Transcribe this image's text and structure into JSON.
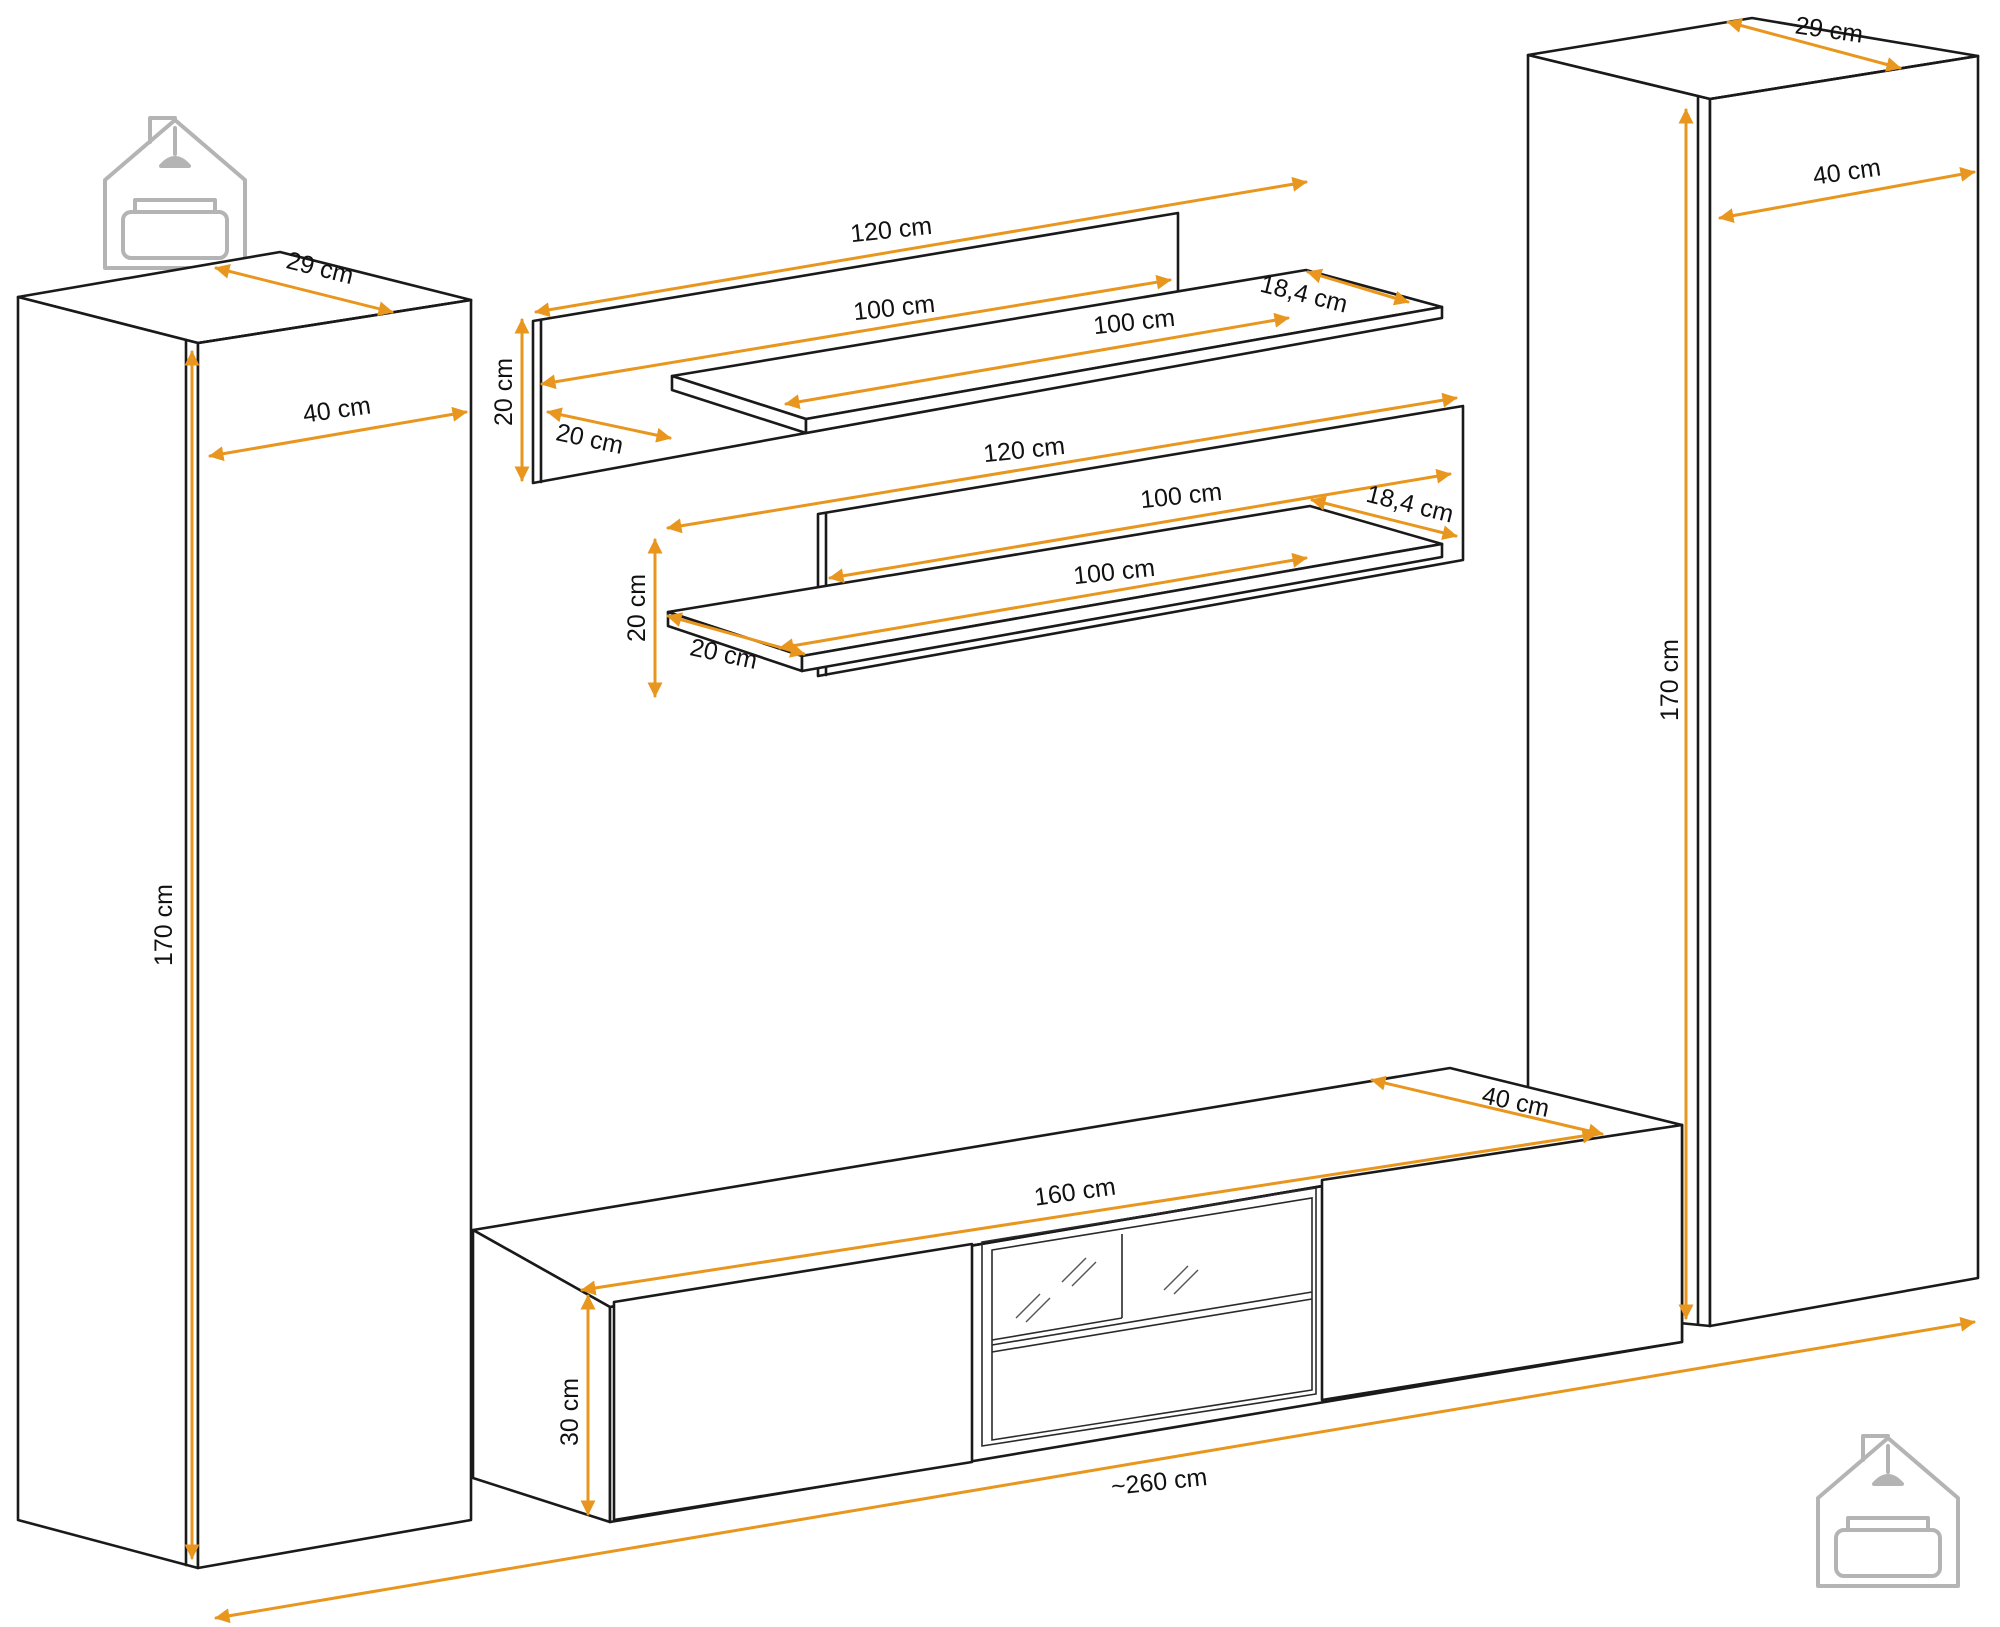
{
  "colors": {
    "dimension": "#e8961e",
    "outline": "#1a1a1a",
    "logo": "#b4b4b4"
  },
  "icons": [
    "house-sofa-logo-icon"
  ],
  "dimensions": {
    "left_cabinet": {
      "depth": "29 cm",
      "width": "40 cm",
      "height": "170 cm"
    },
    "right_cabinet": {
      "depth": "29 cm",
      "width": "40 cm",
      "height": "170 cm"
    },
    "upper_shelf": {
      "panel_width": "120 cm",
      "shelf_width": "100 cm",
      "shelf_front": "100 cm",
      "shelf_depth": "18,4 cm",
      "panel_height": "20 cm",
      "panel_depth": "20 cm"
    },
    "lower_shelf": {
      "panel_width": "120 cm",
      "shelf_width": "100 cm",
      "shelf_front": "100 cm",
      "shelf_depth": "18,4 cm",
      "panel_height": "20 cm",
      "panel_depth": "20 cm"
    },
    "tv_stand": {
      "depth": "40 cm",
      "width": "160 cm",
      "height": "30 cm"
    },
    "overall": {
      "total_width": "~260 cm"
    }
  }
}
